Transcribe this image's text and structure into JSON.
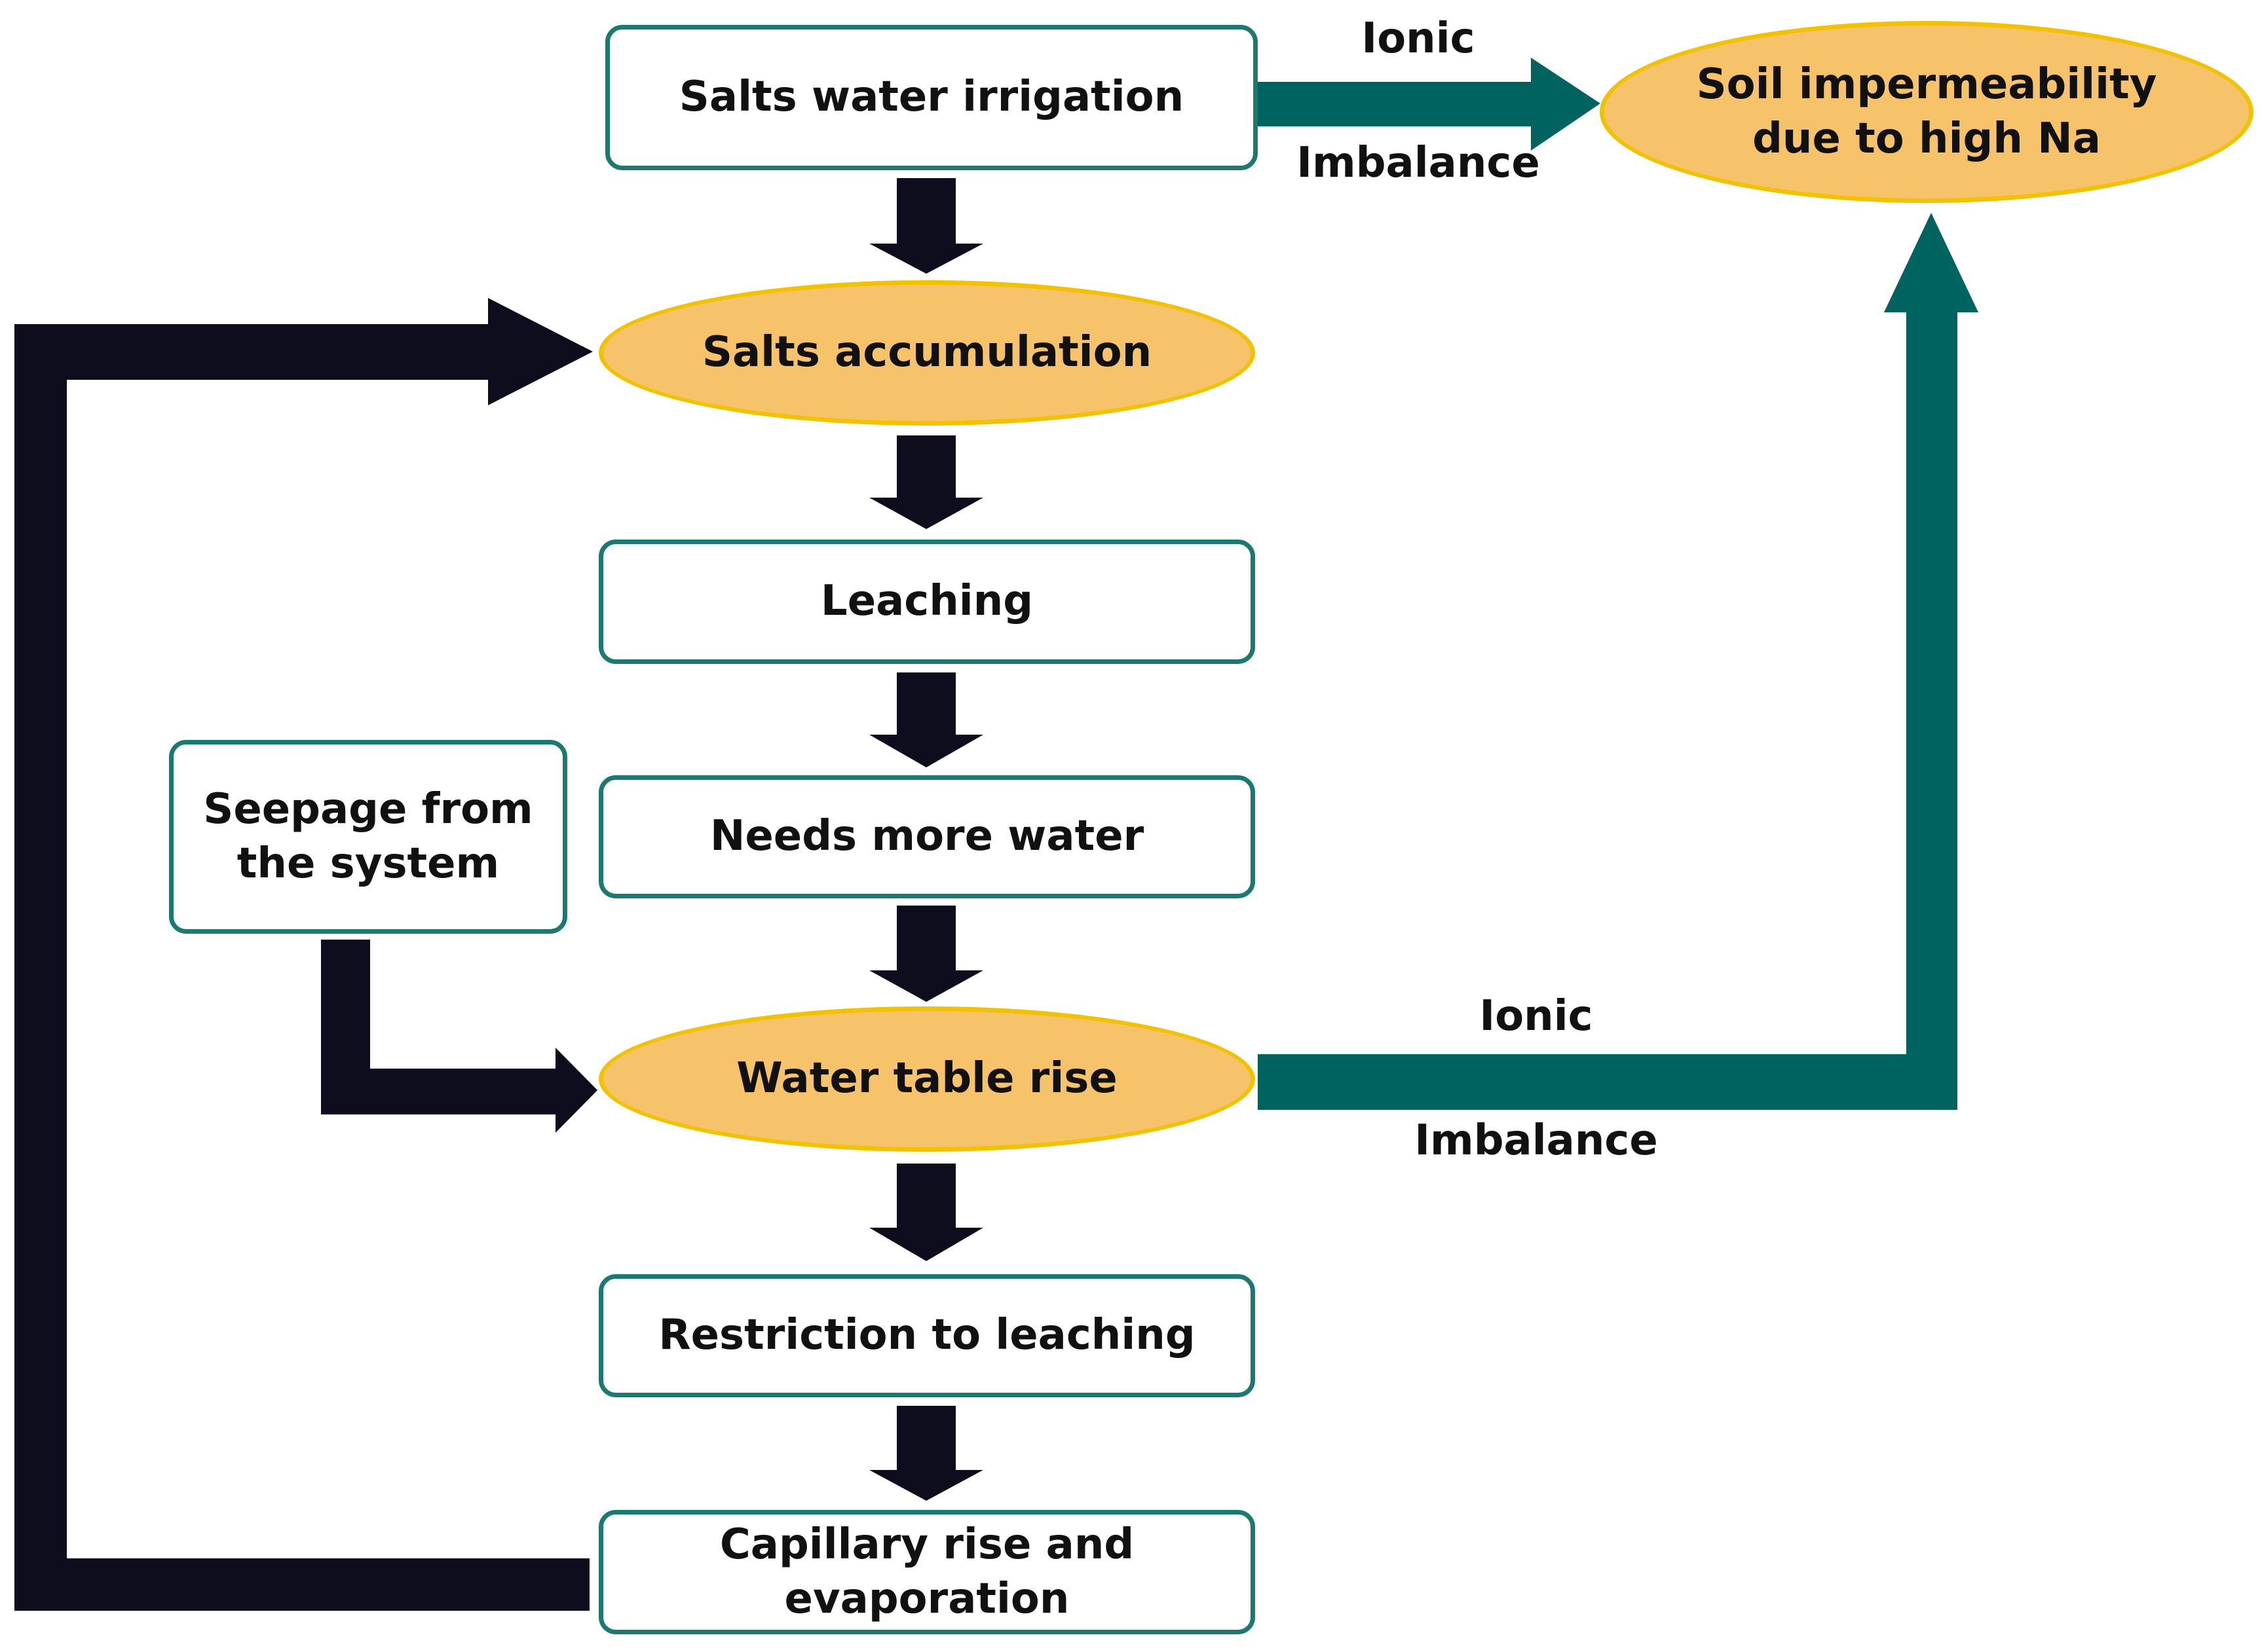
{
  "nodes": {
    "salts_water_irrigation": "Salts water irrigation",
    "salts_accumulation": "Salts accumulation",
    "leaching": "Leaching",
    "needs_more_water": "Needs more water",
    "water_table_rise": "Water table rise",
    "restriction_to_leaching": "Restriction to leaching",
    "capillary_rise": "Capillary rise and evaporation",
    "seepage": "Seepage from\nthe system",
    "soil_impermeability": "Soil impermeability\ndue to high Na"
  },
  "edge_labels": {
    "top_ionic": "Ionic",
    "top_imbalance": "Imbalance",
    "mid_ionic": "Ionic",
    "mid_imbalance": "Imbalance"
  },
  "colors": {
    "box_border": "#1a7a72",
    "oval_fill": "#f6c36b",
    "oval_border": "#f2c200",
    "dark_arrow": "#0d0d1e",
    "teal_arrow": "#00635f"
  }
}
